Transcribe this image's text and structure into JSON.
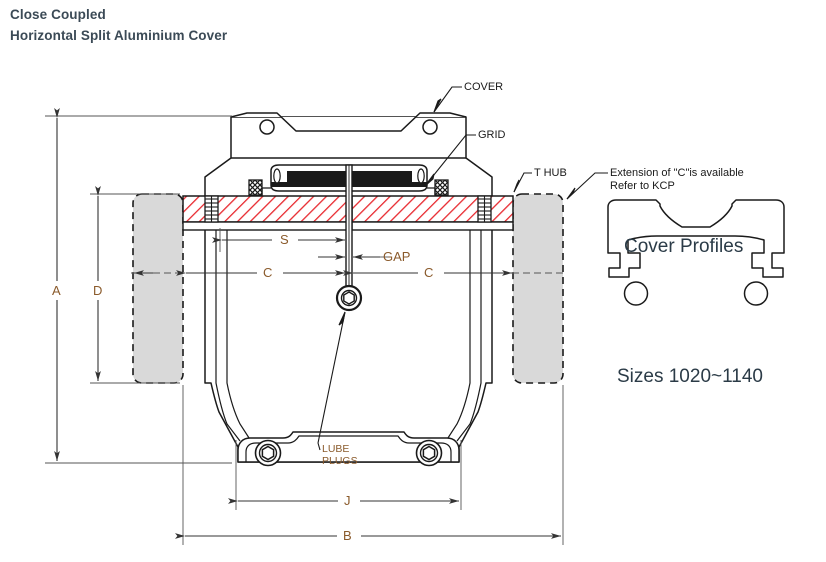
{
  "title": {
    "line1": "Close Coupled",
    "line2": "Horizontal Split Aluminium Cover"
  },
  "callouts": {
    "cover": "COVER",
    "grid": "GRID",
    "t_hub": "T HUB",
    "extension_line1": "Extension of \"C\"is available",
    "extension_line2": "Refer to KCP",
    "lube_line1": "LUBE",
    "lube_line2": "PLUGS"
  },
  "dimensions": {
    "a": "A",
    "b": "B",
    "c_left": "C",
    "c_right": "C",
    "d": "D",
    "j": "J",
    "s": "S",
    "gap": "GAP"
  },
  "cover_profiles": {
    "heading": "Cover Profiles",
    "sizes": "Sizes 1020~1140"
  },
  "colors": {
    "title_text": "#3b4a56",
    "dimension_text": "#8a5a2b",
    "hatch_red": "#e8292f",
    "line_black": "#1a1a1a",
    "hub_gray_fill": "#d9d9d9",
    "dim_line_gray": "#555555",
    "profile_text": "#2b3b47"
  }
}
